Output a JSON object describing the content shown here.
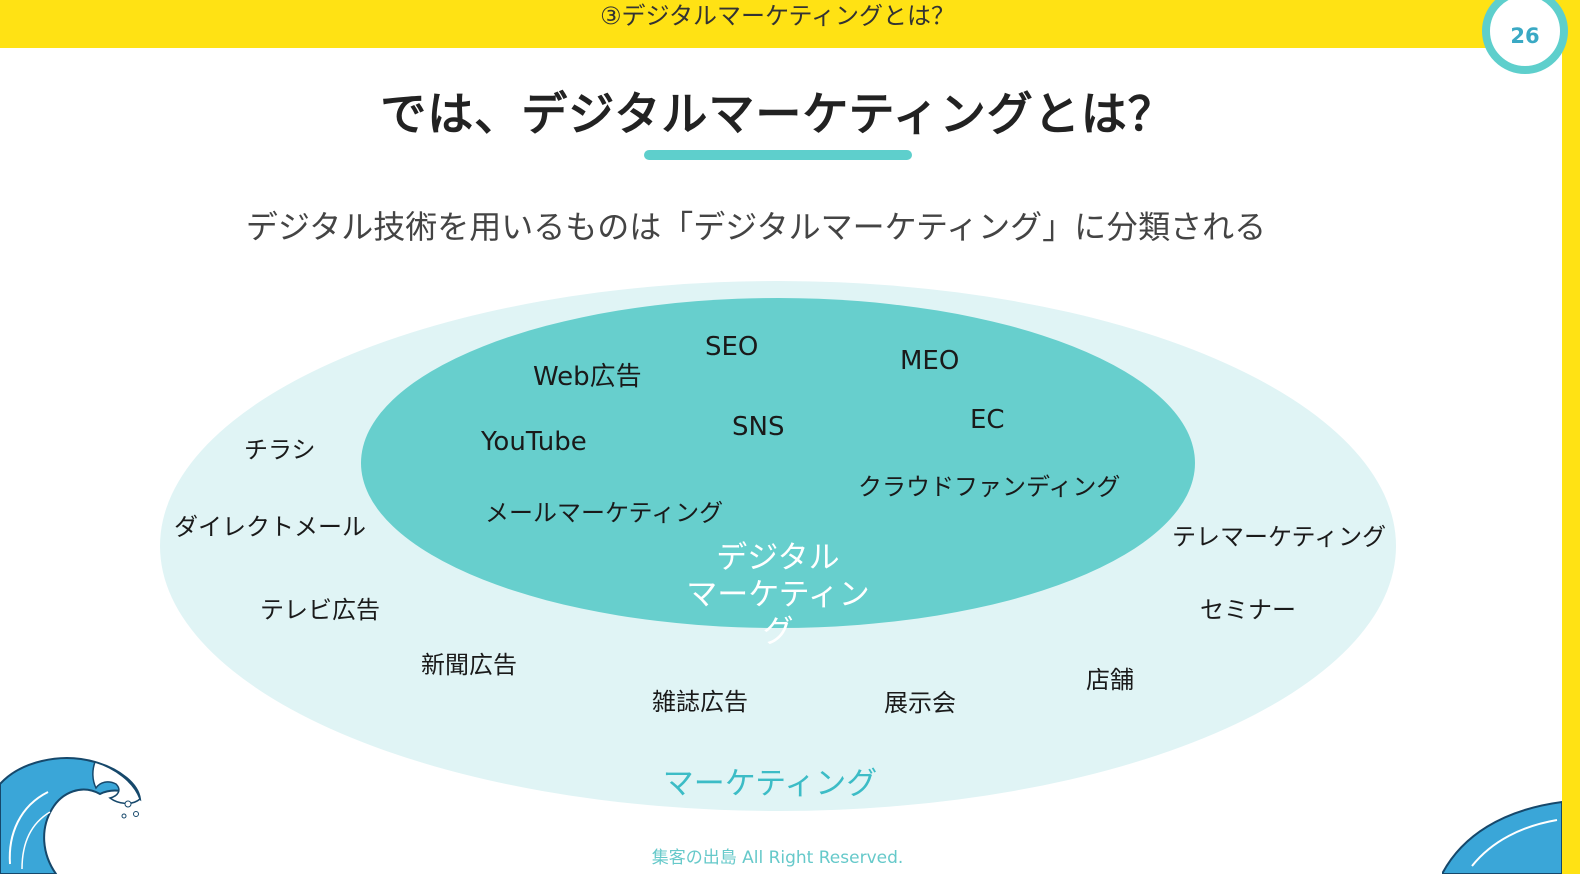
{
  "header": {
    "section_title": "③デジタルマーケティングとは？",
    "page_number": "26"
  },
  "main": {
    "heading": "では、デジタルマーケティングとは？",
    "subtitle": "デジタル技術を用いるものは「デジタルマーケティング」に分類される"
  },
  "diagram": {
    "inner_label_line1": "デジタル",
    "inner_label_line2": "マーケティング",
    "outer_label": "マーケティング",
    "digital_items": {
      "seo": "SEO",
      "web_ad": "Web広告",
      "meo": "MEO",
      "youtube": "YouTube",
      "sns": "SNS",
      "ec": "EC",
      "crowdfunding": "クラウドファンディング",
      "email_marketing": "メールマーケティング"
    },
    "marketing_items": {
      "flyer": "チラシ",
      "direct_mail": "ダイレクトメール",
      "tv_ad": "テレビ広告",
      "newspaper_ad": "新聞広告",
      "magazine_ad": "雑誌広告",
      "exhibition": "展示会",
      "store": "店舗",
      "seminar": "セミナー",
      "telemarketing": "テレマーケティング"
    },
    "colors": {
      "outer": "#e0f4f5",
      "inner": "#67cfcd",
      "accent": "#5ecfcc",
      "banner": "#ffe214"
    }
  },
  "footer": {
    "copyright": "集客の出島 All Right Reserved."
  }
}
